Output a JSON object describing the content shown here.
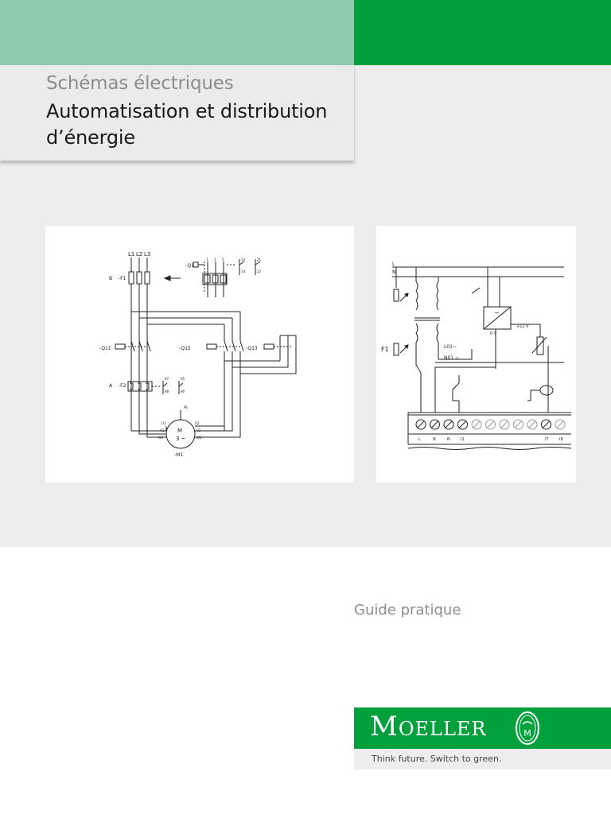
{
  "header": {
    "subtitle": "Schémas électriques",
    "title": "Automatisation et distribution d’énergie"
  },
  "left_diagram": {
    "phase_labels": [
      "L1",
      "L2",
      "L3"
    ],
    "row_b_label": "B",
    "fuse_label": "-F1",
    "q1_label": "-Q1",
    "q11_label": "-Q11",
    "q15_label": "-Q15",
    "q13_label": "-Q13",
    "row_a_label": "A",
    "f2_label": "-F2",
    "motor_label": "M",
    "motor_phase": "3 ~",
    "motor_ref": "-M1",
    "winding_labels": [
      "U1",
      "V1",
      "W1",
      "U2",
      "V2",
      "W2"
    ],
    "contact_numbers": [
      "1",
      "3",
      "5",
      "2",
      "4",
      "6",
      "13",
      "14",
      "21",
      "22",
      "97",
      "98",
      "95",
      "96",
      "PE"
    ]
  },
  "right_diagram": {
    "line_l": "L",
    "line_n": "N",
    "fuse_label": "F1",
    "l01_label": "L01~",
    "n01_label": "N01 ~",
    "ac_symbol": "~",
    "zero_v": "0 V",
    "plus_12v": "+12 V",
    "terminals": [
      "L",
      "N",
      "N",
      "I1",
      "I7",
      "I8"
    ]
  },
  "guide_label": "Guide pratique",
  "brand": {
    "name": "Moeller",
    "emblem_letters": "M",
    "tagline": "Think future. Switch to green.",
    "color": "#00a03c"
  }
}
